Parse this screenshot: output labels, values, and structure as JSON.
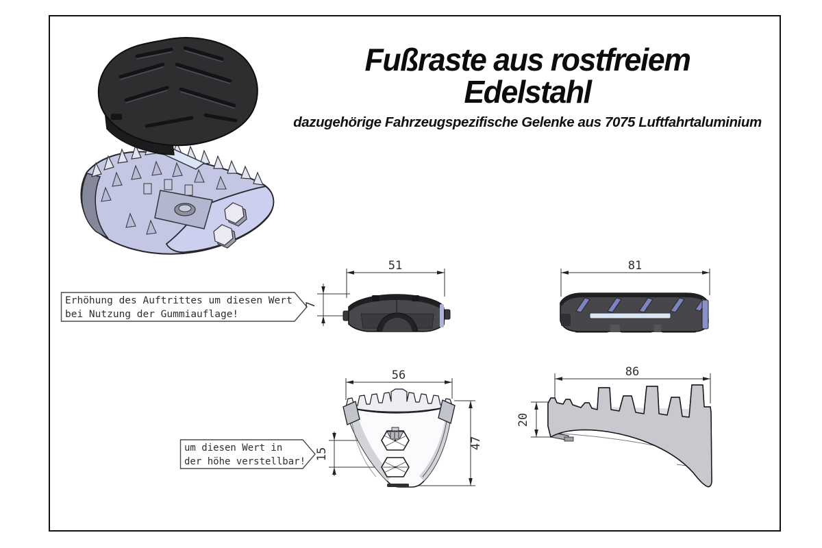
{
  "title": {
    "line1": "Fußraste aus rostfreiem",
    "line2": "Edelstahl",
    "subtitle": "dazugehörige Fahrzeugspezifische Gelenke aus 7075 Luftfahrtaluminium"
  },
  "callouts": {
    "rubber_pad_note": {
      "line1": "Erhöhung des Auftrittes um diesen Wert",
      "line2": "bei Nutzung der Gummiauflage!"
    },
    "height_adjust_note": {
      "line1": "um diesen Wert in",
      "line2": "der höhe verstellbar!"
    }
  },
  "dimensions": {
    "rubber_pad_length_side": "51",
    "rubber_pad_height_gain": "7",
    "rubber_pad_length_full": "81",
    "peg_front_width": "56",
    "peg_front_height": "47",
    "peg_hole_spacing": "15",
    "peg_side_length": "86",
    "peg_platform_height": "20"
  },
  "colors": {
    "line": "#1a1a1a",
    "rubber_dark": "#2e2e31",
    "rubber_body": "#47474c",
    "metal_lavender": "#ccd0ee",
    "metal_gray": "#c7c9ce",
    "accent_blue": "#d8e5f5",
    "accent_purple": "#7d82c0"
  }
}
